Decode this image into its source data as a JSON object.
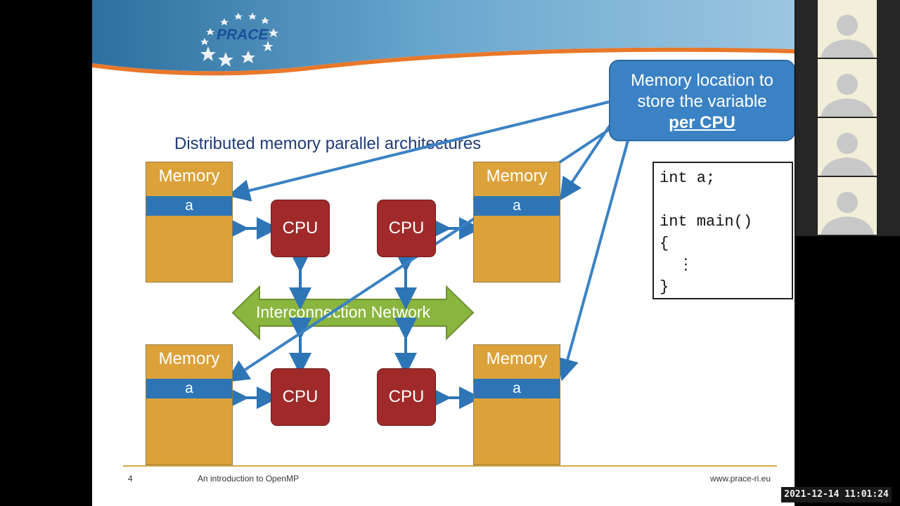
{
  "slide": {
    "logo_text": "PRACE",
    "subtitle": "Distributed memory parallel architectures",
    "memory_label": "Memory",
    "variable_label": "a",
    "cpu_label": "CPU",
    "network_label": "Interconnection Network",
    "callout": {
      "line1": "Memory location to",
      "line2": "store the variable",
      "line3": "per CPU"
    },
    "code_lines": [
      "int a;",
      "",
      "int main()",
      "{",
      "  ⋮",
      "}"
    ],
    "footer": {
      "page_number": "4",
      "title": "An introduction to OpenMP",
      "url": "www.prace-ri.eu"
    },
    "colors": {
      "memory": "#dca23a",
      "band": "#2e75b6",
      "cpu": "#a02a2a",
      "network": "#8ab53f",
      "callout": "#3b82c4"
    }
  },
  "participants": {
    "count": 4,
    "icon": "person-icon"
  },
  "timestamp": "2021-12-14 11:01:24"
}
